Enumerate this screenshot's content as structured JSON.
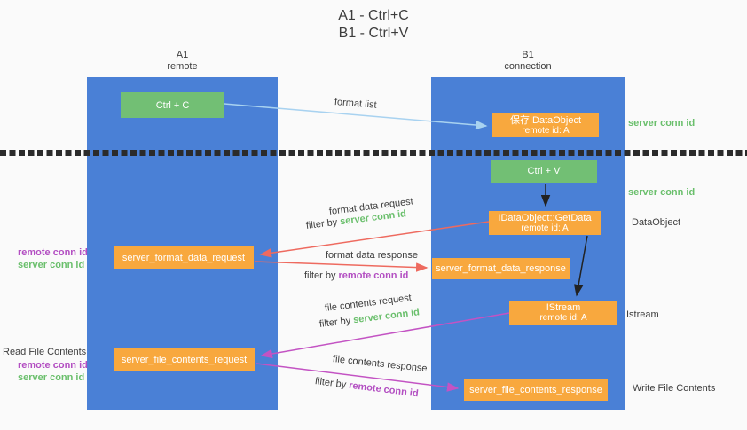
{
  "title": {
    "line1": "A1 - Ctrl+C",
    "line2": "B1 - Ctrl+V"
  },
  "lifelines": {
    "a1": {
      "name": "A1",
      "subtitle": "remote"
    },
    "b1": {
      "name": "B1",
      "subtitle": "connection"
    }
  },
  "nodes": {
    "ctrl_c": {
      "label": "Ctrl + C"
    },
    "ctrl_v": {
      "label": "Ctrl + V"
    },
    "save_dataobject": {
      "line1": "保存IDataObject",
      "line2": "remote id: A"
    },
    "getdata": {
      "line1": "IDataObject::GetData",
      "line2": "remote id: A"
    },
    "istream": {
      "line1": "IStream",
      "line2": "remote id: A"
    },
    "format_request": {
      "label": "server_format_data_request"
    },
    "format_response": {
      "label": "server_format_data_response"
    },
    "file_request": {
      "label": "server_file_contents_request"
    },
    "file_response": {
      "label": "server_file_contents_response"
    }
  },
  "flow_labels": {
    "format_list": "format list",
    "format_data_request": "format data request",
    "format_data_request_filter": {
      "prefix": "filter by ",
      "key": "server conn id"
    },
    "format_data_response": "format data response",
    "format_data_response_filter": {
      "prefix": "filter by ",
      "key": "remote conn id"
    },
    "file_contents_request": "file contents request",
    "file_contents_request_filter": {
      "prefix": "filter by ",
      "key": "server conn id"
    },
    "file_contents_response": "file contents response",
    "file_contents_response_filter": {
      "prefix": "filter by ",
      "key": "remote conn id"
    }
  },
  "side_labels": {
    "right_server_conn_id_1": "server conn id",
    "right_server_conn_id_2": "server conn id",
    "dataobject": "DataObject",
    "istream": "Istream",
    "write_file_contents": "Write File Contents",
    "left_remote_conn_id_1": "remote conn id",
    "left_server_conn_id_1": "server conn id",
    "read_file_contents": "Read File Contents",
    "left_remote_conn_id_2": "remote conn id",
    "left_server_conn_id_2": "server conn id"
  },
  "colors": {
    "lifeline_blue": "#4a80d6",
    "button_green": "#72bf74",
    "box_orange": "#f8a83e",
    "green_text": "#6abf6c",
    "purple_text": "#b34fc2",
    "red_arrow": "#ee6a5f",
    "purple_arrow": "#c353c3",
    "light_blue_arrow": "#a8d2f0",
    "black_arrow": "#222222",
    "background": "#fafafa"
  }
}
